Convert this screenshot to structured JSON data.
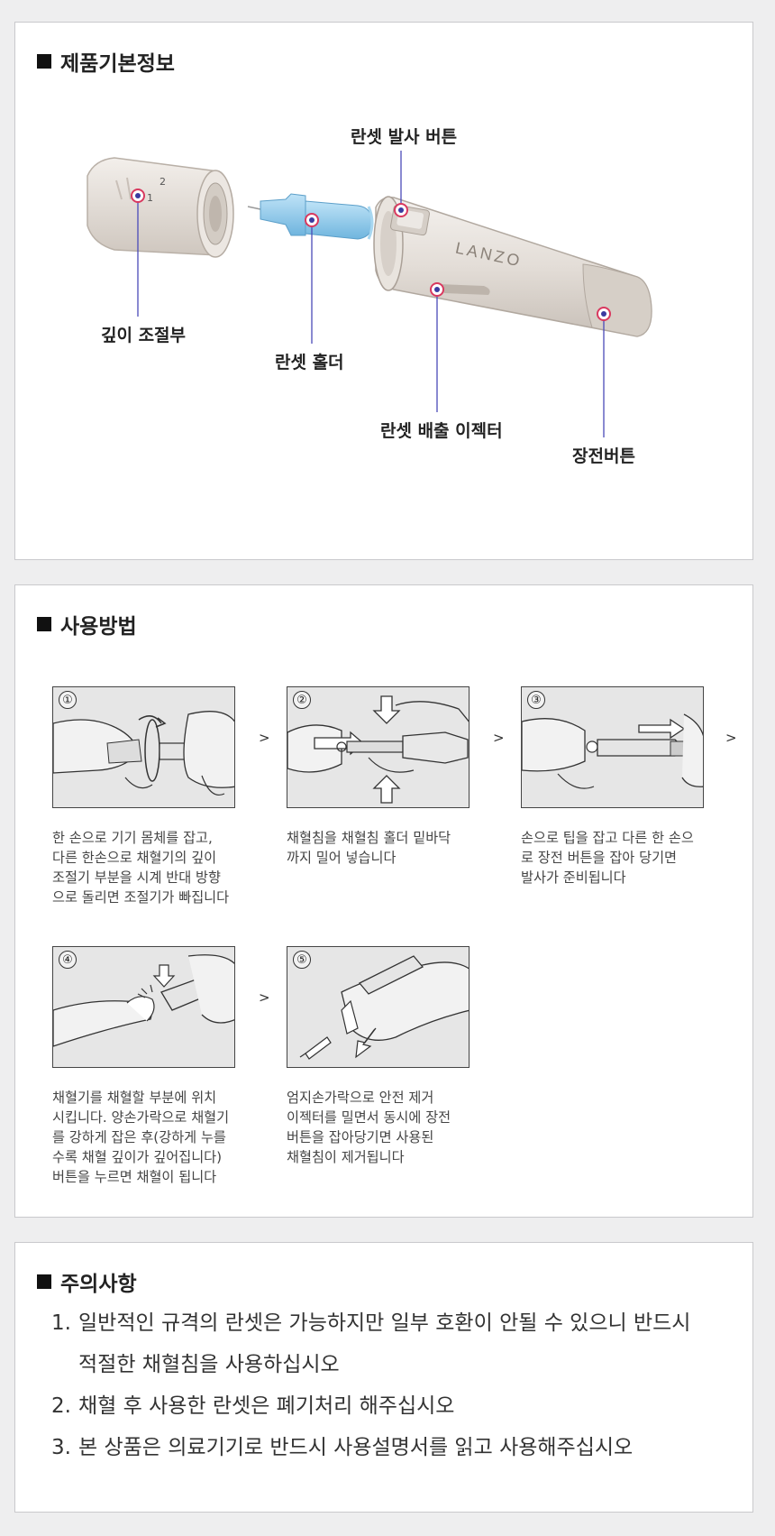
{
  "product_section": {
    "title": "제품기본정보",
    "brand": "LANZO",
    "dial_marks": [
      "1",
      "2"
    ],
    "callouts": {
      "firing_button": "란셋 발사 버튼",
      "depth_adjuster": "깊이 조절부",
      "lancet_holder": "란셋 홀더",
      "ejector": "란셋 배출 이젝터",
      "cocking_button": "장전버튼"
    },
    "colors": {
      "marker": "#d9395f",
      "line": "#4a4ab8"
    }
  },
  "usage_section": {
    "title": "사용방법",
    "arrow": ">",
    "steps": [
      {
        "num": "①",
        "text": "한 손으로 기기 몸체를 잡고,\n다른 한손으로 채혈기의 깊이\n조절기 부분을 시계 반대 방향\n으로 돌리면 조절기가 빠집니다"
      },
      {
        "num": "②",
        "text": "채혈침을 채혈침 홀더 밑바닥\n까지 밀어 넣습니다"
      },
      {
        "num": "③",
        "text": "손으로 팁을 잡고 다른 한 손으\n로 장전 버튼을 잡아 당기면\n발사가 준비됩니다"
      },
      {
        "num": "④",
        "text": "채혈기를 채혈할 부분에 위치\n시킵니다. 양손가락으로 채혈기\n를 강하게 잡은 후(강하게 누를\n수록 채혈 깊이가 깊어집니다)\n버튼을 누르면 채혈이 됩니다"
      },
      {
        "num": "⑤",
        "text": "엄지손가락으로 안전 제거\n이젝터를 밀면서 동시에 장전\n버튼을 잡아당기면 사용된\n채혈침이 제거됩니다"
      }
    ]
  },
  "caution_section": {
    "title": "주의사항",
    "items": [
      {
        "num": "1.",
        "line1": "일반적인 규격의 란셋은 가능하지만 일부 호환이 안될 수 있으니 반드시",
        "line2": "적절한 채혈침을 사용하십시오"
      },
      {
        "num": "2.",
        "line1": "채혈 후 사용한 란셋은 폐기처리 해주십시오",
        "line2": ""
      },
      {
        "num": "3.",
        "line1": "본 상품은 의료기기로 반드시 사용설명서를 읽고 사용해주십시오",
        "line2": ""
      }
    ]
  }
}
